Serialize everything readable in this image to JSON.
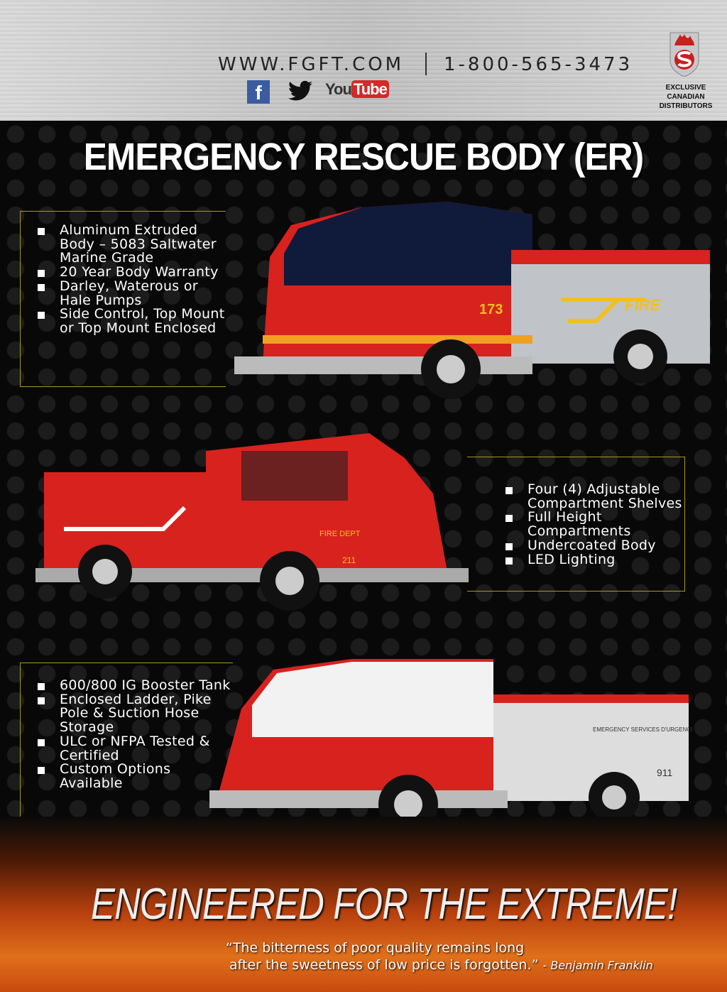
{
  "header": {
    "website": "WWW.FGFT.COM",
    "phone": "1-800-565-3473",
    "social": [
      {
        "name": "facebook-icon",
        "label": "f"
      },
      {
        "name": "twitter-icon",
        "label": "🐦"
      },
      {
        "name": "youtube-icon",
        "label_you": "You",
        "label_tube": "Tube"
      }
    ],
    "distributor": "EXCLUSIVE CANADIAN DISTRIBUTORS"
  },
  "title": "EMERGENCY RESCUE BODY (ER)",
  "features": [
    [
      "Aluminum Extruded Body – 5083 Saltwater Marine Grade",
      "20 Year Body Warranty",
      "Darley, Waterous or Hale Pumps",
      "Side Control, Top Mount or Top Mount Enclosed"
    ],
    [
      "Four (4) Adjustable Compartment Shelves",
      "Full Height Compartments",
      "Undercoated Body",
      "LED Lighting"
    ],
    [
      "600/800 IG Booster Tank",
      "Enclosed Ladder, Pike Pole & Suction Hose Storage",
      "ULC or NFPA Tested & Certified",
      "Custom Options Available"
    ]
  ],
  "trucks": [
    {
      "label": "FIRE",
      "number": "173"
    },
    {
      "label": "FIRE DEPT",
      "number": "211"
    },
    {
      "label": "EMERGENCY SERVICES D'URGENCE",
      "number": "911"
    }
  ],
  "colors": {
    "accent": "#a89a1a",
    "truck_red": "#d8221e"
  },
  "footer": {
    "slogan": "ENGINEERED FOR THE EXTREME!",
    "quote_line1": "“The bitterness of poor quality remains long",
    "quote_line2": "after the sweetness of low price is forgotten.”",
    "author": "- Benjamin Franklin"
  }
}
